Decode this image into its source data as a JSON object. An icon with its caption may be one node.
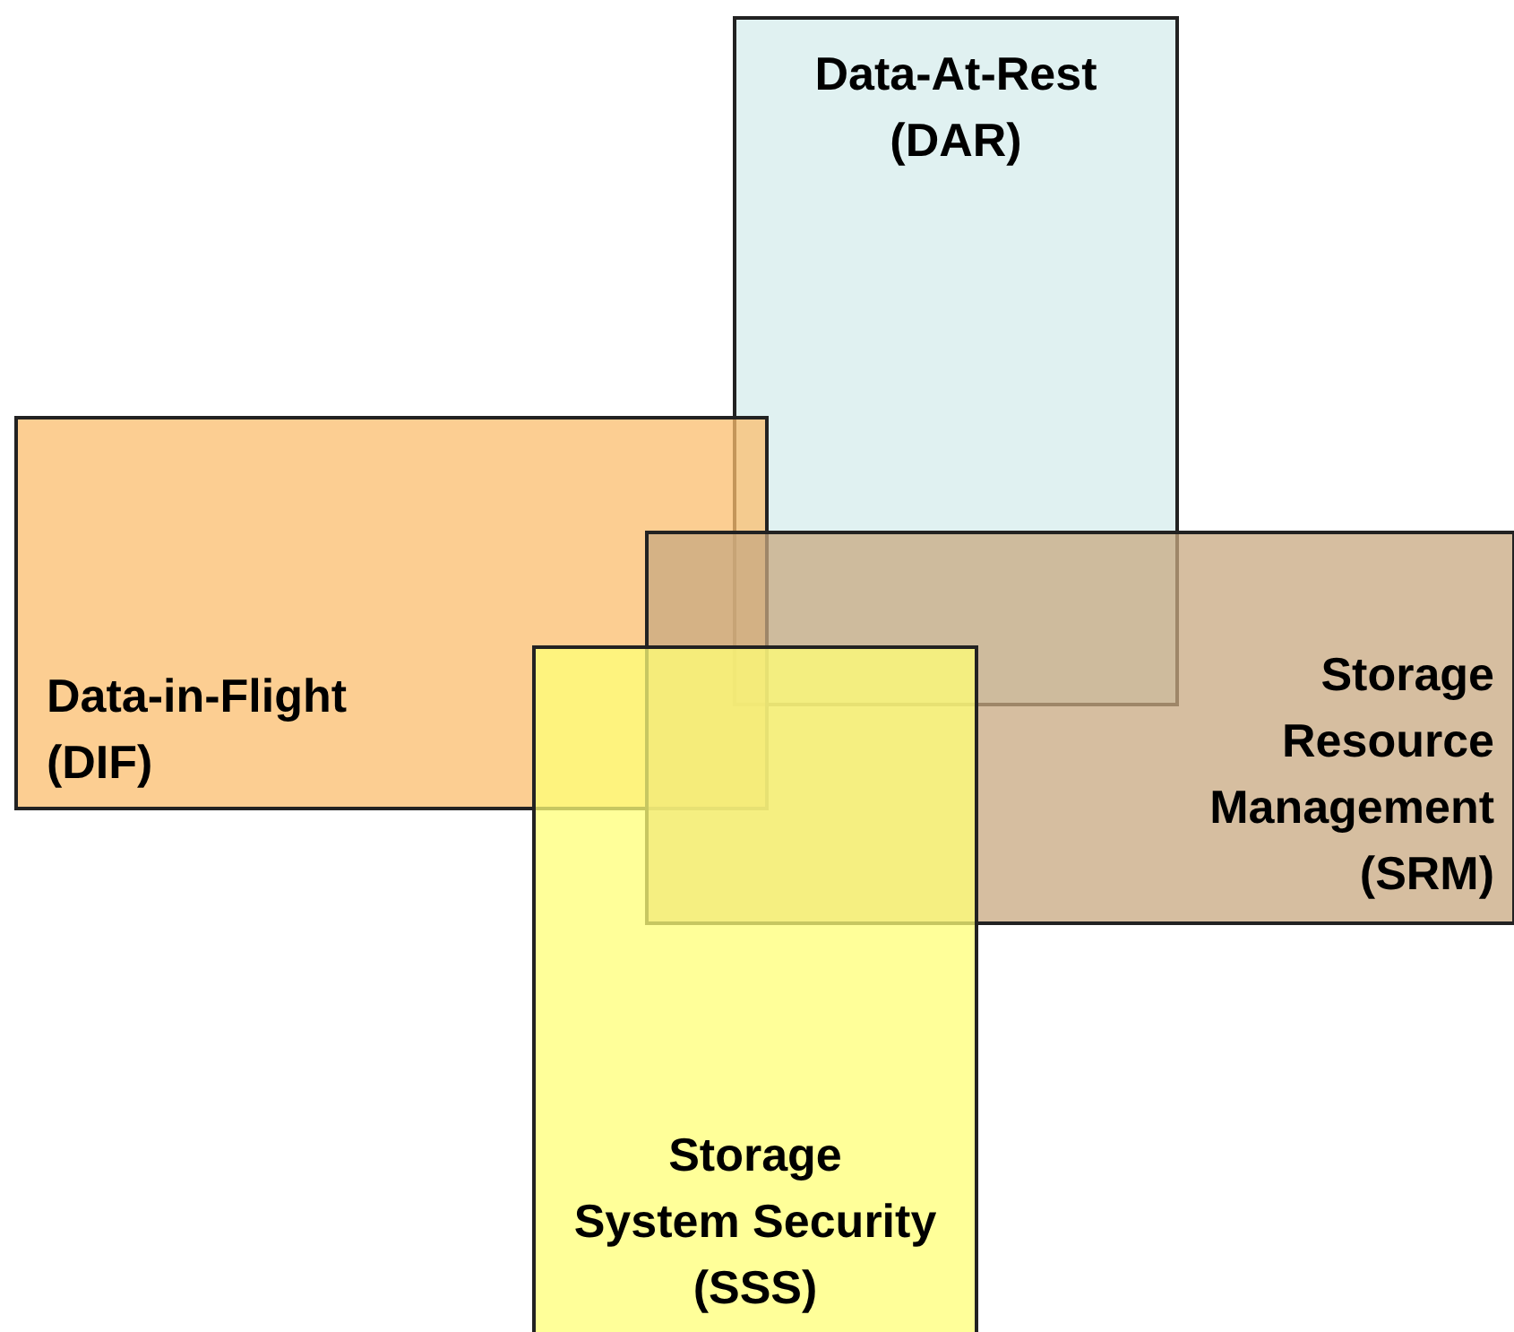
{
  "diagram": {
    "nodes": [
      {
        "text": [
          "Data-At-Rest",
          "(DAR)"
        ]
      },
      {
        "text": [
          "Data-in-Flight",
          "(DIF)"
        ]
      },
      {
        "text": [
          "Storage",
          "Resource",
          "Management",
          "(SRM)"
        ]
      },
      {
        "text": [
          "Storage",
          "System Security",
          "(SSS)"
        ]
      }
    ]
  }
}
